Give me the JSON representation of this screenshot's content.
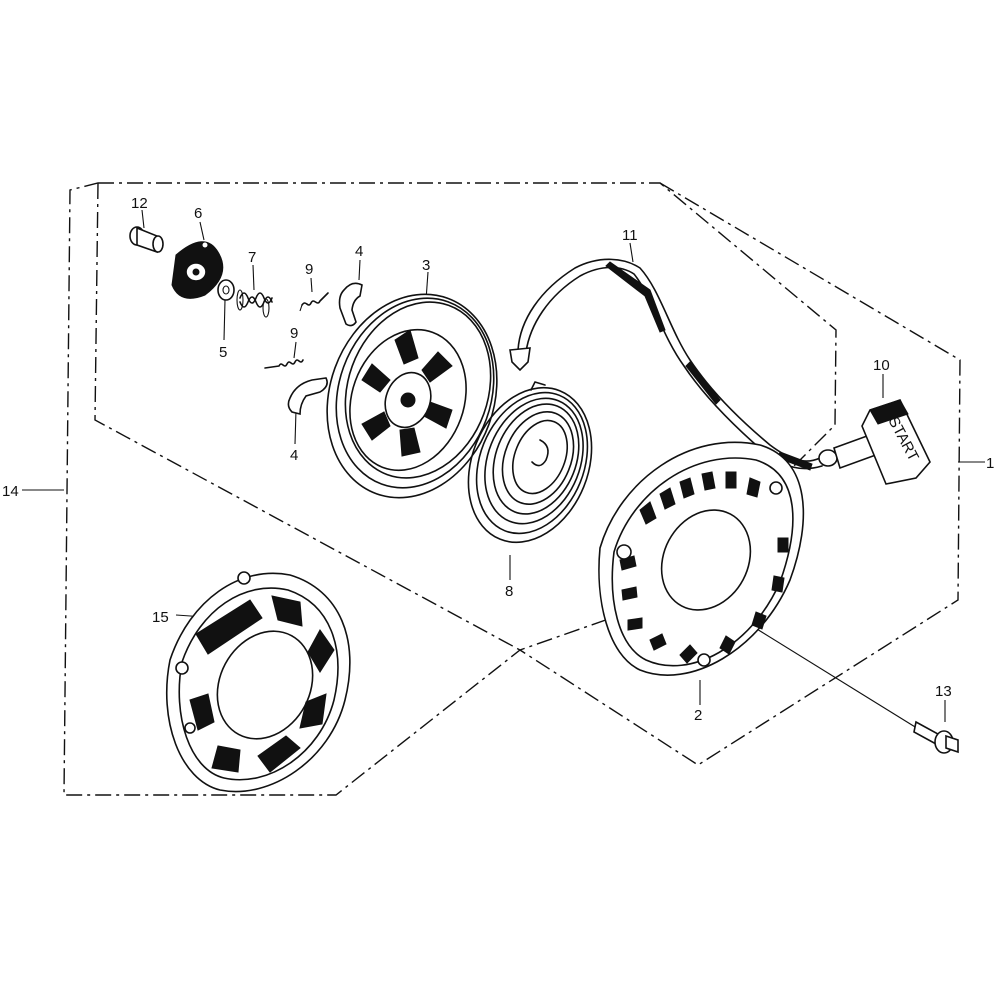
{
  "callouts": {
    "c1": "1",
    "c2": "2",
    "c3": "3",
    "c4a": "4",
    "c4b": "4",
    "c5": "5",
    "c6": "6",
    "c7": "7",
    "c8": "8",
    "c9a": "9",
    "c9b": "9",
    "c10": "10",
    "c11": "11",
    "c12": "12",
    "c13": "13",
    "c14": "14",
    "c15": "15"
  },
  "grip_text": "START",
  "colors": {
    "ink": "#111111",
    "paper": "#ffffff"
  }
}
